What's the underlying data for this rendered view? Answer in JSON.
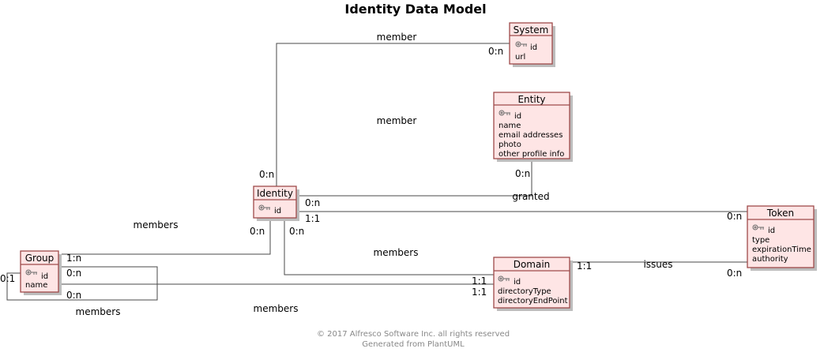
{
  "title": "Identity Data Model",
  "colors": {
    "box_fill": "#fee5e5",
    "box_border": "#9e4a4a",
    "edge": "#4a4a4a",
    "footer": "#888888"
  },
  "entities": {
    "system": {
      "name": "System",
      "key_icon": "key-icon",
      "attributes": [
        "id",
        "url"
      ]
    },
    "entity": {
      "name": "Entity",
      "key_icon": "key-icon",
      "attributes": [
        "id",
        "name",
        "email addresses",
        "photo",
        "other profile info"
      ]
    },
    "identity": {
      "name": "Identity",
      "key_icon": "key-icon",
      "attributes": [
        "id"
      ]
    },
    "token": {
      "name": "Token",
      "key_icon": "key-icon",
      "attributes": [
        "id",
        "type",
        "expirationTime",
        "authority"
      ]
    },
    "group": {
      "name": "Group",
      "key_icon": "key-icon",
      "attributes": [
        "id",
        "name"
      ]
    },
    "domain": {
      "name": "Domain",
      "key_icon": "key-icon",
      "attributes": [
        "id",
        "directoryType",
        "directoryEndPoint"
      ]
    }
  },
  "relationships": {
    "identity_system": {
      "label": "member",
      "from_mult": "0:n",
      "to_mult": "0:n"
    },
    "identity_entity": {
      "label": "granted",
      "from_mult": "0:n",
      "to_mult": "0:n"
    },
    "identity_token": {
      "label": "",
      "from_mult": "1:1",
      "to_mult": "0:n"
    },
    "identity_group": {
      "label": "members",
      "from_mult": "0:n",
      "to_mult": "1:n"
    },
    "identity_domain": {
      "label": "members",
      "from_mult": "0:n",
      "to_mult": "1:1"
    },
    "domain_token": {
      "label": "issues",
      "from_mult": "1:1",
      "to_mult": "0:n"
    },
    "group_domain": {
      "label": "members",
      "from_mult": "0:n",
      "to_mult": "1:1"
    },
    "group_self": {
      "label": "members",
      "from_mult": "0:n",
      "to_mult": "0:1"
    }
  },
  "floating_labels": {
    "member_middle": "member"
  },
  "footer": {
    "copyright": "© 2017 Alfresco Software Inc. all rights reserved",
    "generated": "Generated from PlantUML"
  }
}
